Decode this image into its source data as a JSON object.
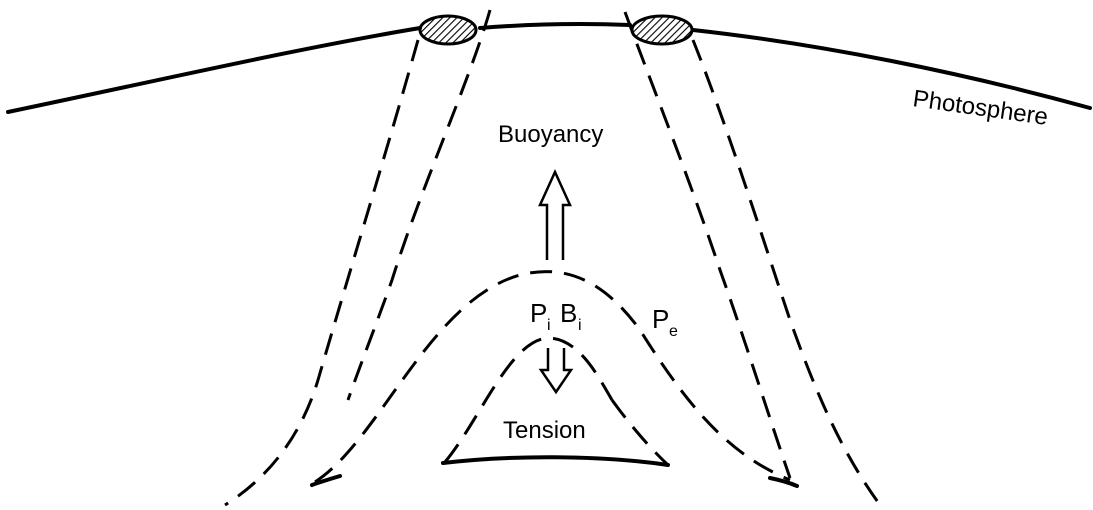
{
  "labels": {
    "photosphere": "Photosphere",
    "buoyancy": "Buoyancy",
    "tension": "Tension",
    "p_i_main": "P",
    "p_i_sub": "i",
    "b_i_main": "B",
    "b_i_sub": "i",
    "p_e_main": "P",
    "p_e_sub": "e"
  },
  "colors": {
    "ink": "#000000",
    "background": "#ffffff"
  },
  "icons": {
    "up_arrow": "hollow-up-arrow-icon",
    "down_arrow": "hollow-down-arrow-icon",
    "spot": "hatched-sunspot-icon"
  }
}
